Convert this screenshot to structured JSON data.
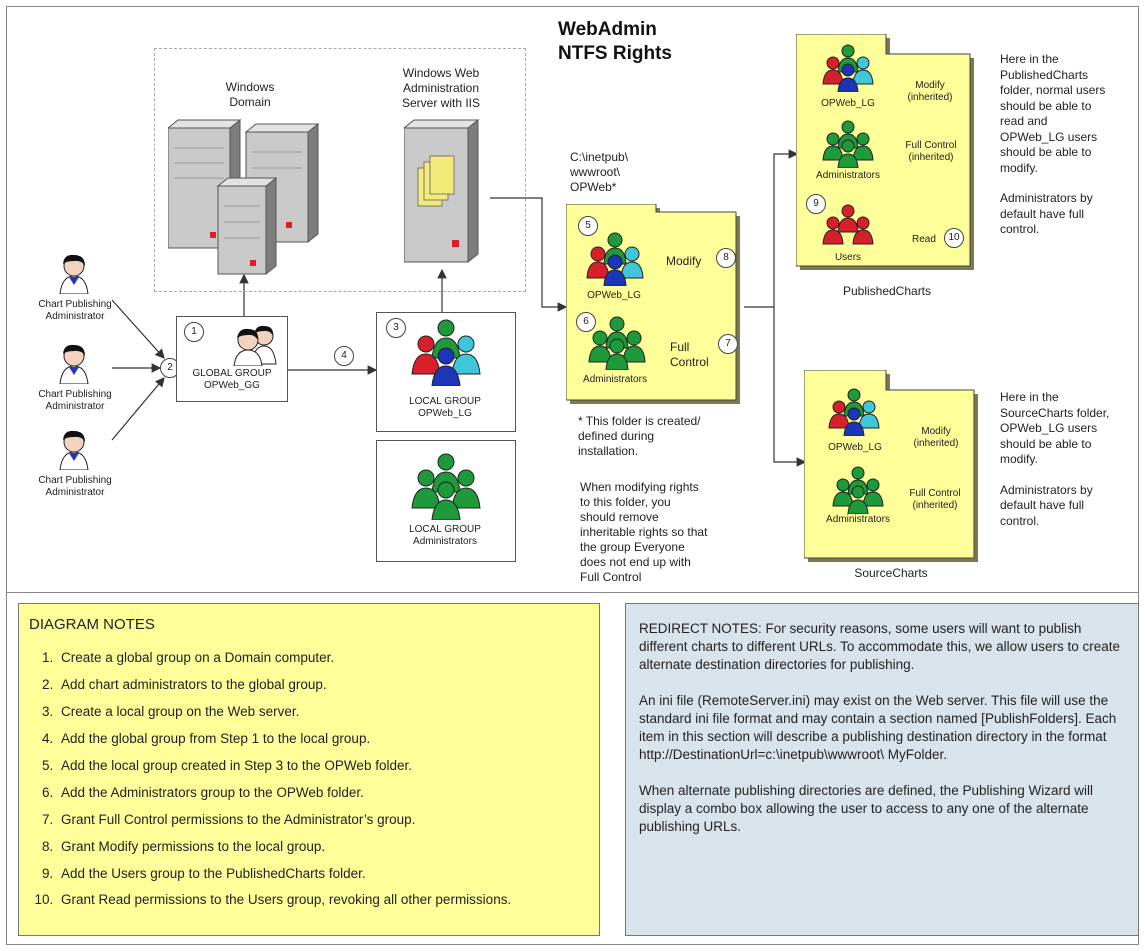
{
  "title": {
    "line1": "WebAdmin",
    "line2": "NTFS Rights"
  },
  "admins": [
    {
      "label1": "Chart Publishing",
      "label2": "Administrator"
    },
    {
      "label1": "Chart Publishing",
      "label2": "Administrator"
    },
    {
      "label1": "Chart Publishing",
      "label2": "Administrator"
    }
  ],
  "servers": {
    "windows_domain": {
      "line1": "Windows",
      "line2": "Domain"
    },
    "web_server": {
      "line1": "Windows Web",
      "line2": "Administration",
      "line3": "Server with IIS"
    }
  },
  "groups": {
    "global": {
      "num": "1",
      "line1": "GLOBAL GROUP",
      "line2": "OPWeb_GG"
    },
    "local_lg": {
      "num": "3",
      "line1": "LOCAL GROUP",
      "line2": "OPWeb_LG"
    },
    "local_admin": {
      "line1": "LOCAL GROUP",
      "line2": "Administrators"
    }
  },
  "step_markers": {
    "two": "2",
    "four": "4"
  },
  "opweb_folder": {
    "path1": "C:\\inetpub\\",
    "path2": "wwwroot\\",
    "path3": "OPWeb*",
    "opweb_lg": "OPWeb_LG",
    "num5": "5",
    "modify": "Modify",
    "num8": "8",
    "num6": "6",
    "administrators": "Administrators",
    "full": "Full",
    "control": "Control",
    "num7": "7",
    "footnote": [
      "* This folder is created/",
      "defined during",
      "installation."
    ],
    "caution": [
      "When modifying rights",
      "to this folder, you",
      "should remove",
      "inheritable rights so that",
      "the group Everyone",
      "does not end up with",
      "Full Control"
    ]
  },
  "published": {
    "opweb_lg": "OPWeb_LG",
    "modify": "Modify",
    "inherited1": "(inherited)",
    "administrators": "Administrators",
    "full_control": "Full Control",
    "inherited2": "(inherited)",
    "num9": "9",
    "users": "Users",
    "read": "Read",
    "num10": "10",
    "caption": "PublishedCharts",
    "note": [
      "Here in the",
      "PublishedCharts",
      "folder, normal users",
      "should be able to",
      "read and",
      "OPWeb_LG users",
      "should be able to",
      "modify.",
      "",
      "Administrators by",
      "default have full",
      "control."
    ]
  },
  "source": {
    "opweb_lg": "OPWeb_LG",
    "modify": "Modify",
    "inherited1": "(inherited)",
    "administrators": "Administrators",
    "full_control": "Full Control",
    "inherited2": "(inherited)",
    "caption": "SourceCharts",
    "note": [
      "Here in the",
      "SourceCharts folder,",
      "OPWeb_LG users",
      "should be able to",
      "modify.",
      "",
      "Administrators by",
      "default have full",
      "control."
    ]
  },
  "diagram_notes": {
    "heading": "DIAGRAM NOTES",
    "items": [
      "Create a global group on a Domain computer.",
      "Add chart administrators to the global group.",
      "Create a local group on the Web server.",
      "Add the global group from Step 1 to the local group.",
      "Add the local group created in Step 3 to the OPWeb folder.",
      "Add the Administrators group to the OPWeb folder.",
      "Grant Full Control permissions to the Administrator’s group.",
      "Grant Modify permissions to the local group.",
      "Add the Users group to the PublishedCharts folder.",
      "Grant Read permissions to the Users group, revoking all other permissions."
    ]
  },
  "redirect_notes": {
    "p1": "REDIRECT NOTES: For security reasons, some users will want to publish different charts to different URLs. To accommodate this, we allow  users to create alternate destination directories for publishing.",
    "p2": "An ini file (RemoteServer.ini) may exist on the Web server. This file will use the standard ini file format and may contain a section named [PublishFolders]. Each item in this section will describe a publishing destination directory in the format http://DestinationUrl=c:\\inetpub\\wwwroot\\ MyFolder.",
    "p3": "When alternate publishing directories are defined, the Publishing Wizard will display a combo box allowing the user to access to any one of the alternate publishing URLs."
  },
  "colors": {
    "folder": "#ffff99",
    "notes": "#ffff99",
    "redirect": "#d9e3ec",
    "green": "#1f9a3a",
    "red": "#d8202a",
    "blue": "#1d35b8",
    "cyan": "#3fc6d8"
  }
}
